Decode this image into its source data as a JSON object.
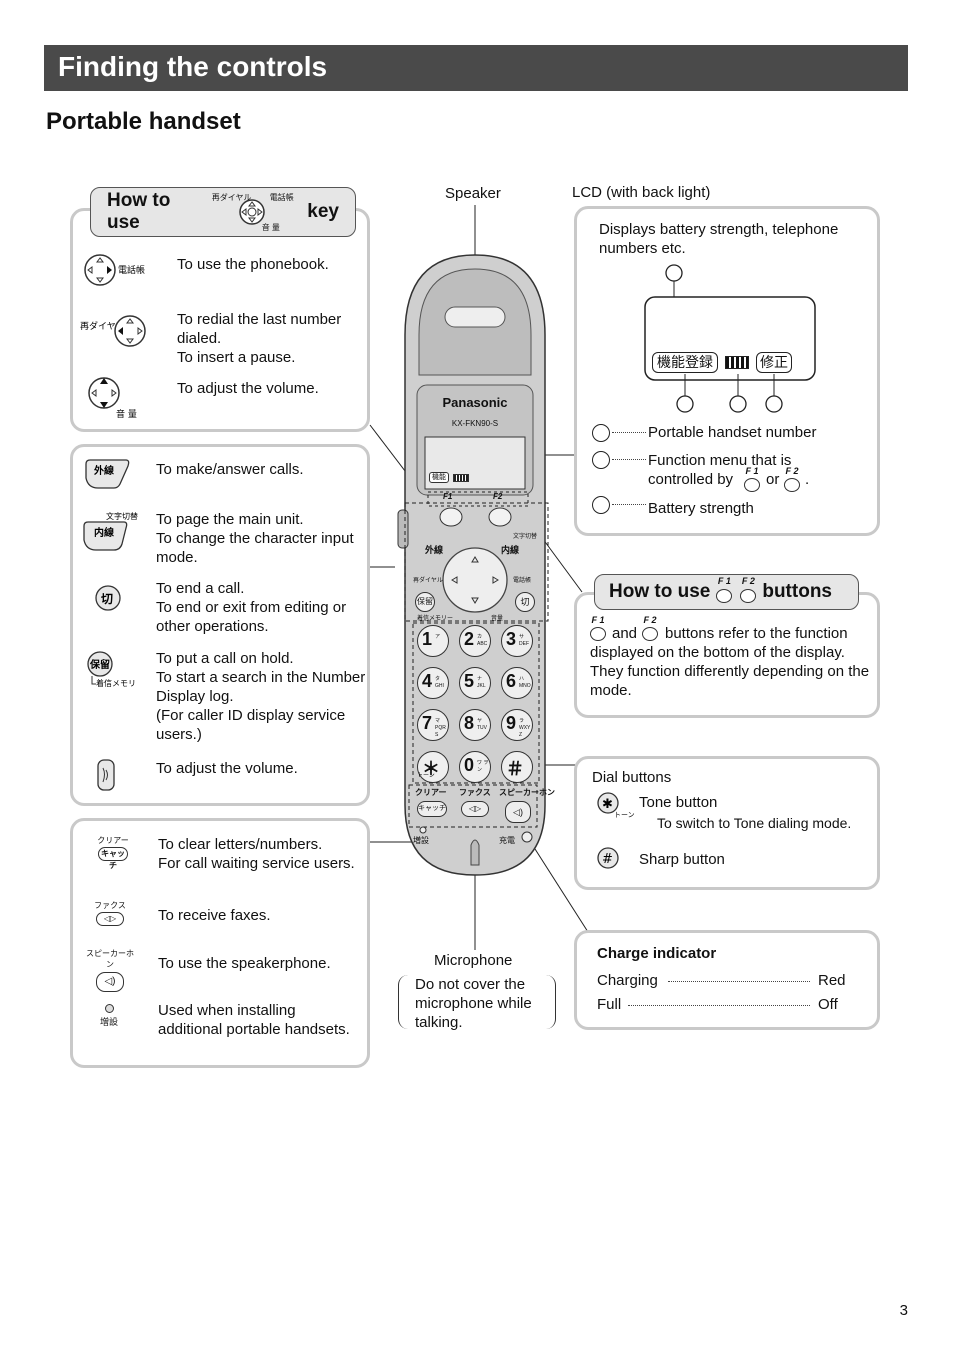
{
  "header": {
    "title": "Finding the controls",
    "subtitle": "Portable handset"
  },
  "callouts": {
    "speaker": "Speaker",
    "lcd": "LCD (with back light)",
    "microphone": "Microphone"
  },
  "key_panel": {
    "title_pre": "How to use",
    "title_post": "key",
    "key_labels": {
      "redial": "再ダイヤル",
      "phonebook": "電話帳",
      "volume": "音 量"
    },
    "items": [
      {
        "text": "To use the phonebook."
      },
      {
        "text": "To redial the last number dialed.\nTo insert a pause."
      },
      {
        "text": "To adjust the volume."
      }
    ]
  },
  "calls_panel": {
    "items": [
      {
        "key": "外線",
        "text": "To make/answer calls."
      },
      {
        "key": "内線",
        "key_top": "文字切替",
        "text": "To page the main unit.\nTo change the character input mode."
      },
      {
        "key": "切",
        "text": "To end a call.\nTo end or exit from editing or other operations."
      },
      {
        "key": "保留",
        "key_bottom": "着信メモリー",
        "text": "To put a call on hold.\nTo start a search in the Number Display log.\n(For caller ID display service users.)"
      },
      {
        "key": "",
        "text": "To adjust the volume."
      }
    ]
  },
  "misc_panel": {
    "items": [
      {
        "key_top": "クリアー",
        "key": "キャッチ",
        "text": "To clear letters/numbers.\nFor call waiting service users."
      },
      {
        "key_top": "ファクス",
        "key": "",
        "text": "To receive faxes."
      },
      {
        "key_top": "スピーカーホン",
        "key": "",
        "text": "To use the speakerphone."
      },
      {
        "key_top": "",
        "key": "増設",
        "text": "Used when installing additional portable handsets."
      }
    ]
  },
  "mic_note": "Do not cover the microphone while talking.",
  "lcd_panel": {
    "desc": "Displays battery strength, telephone numbers etc.",
    "screen_left": "機能登録",
    "screen_right": "修正",
    "legend": [
      {
        "text": "Portable handset number"
      },
      {
        "text_pre": "Function menu that is controlled by",
        "text_or": "or",
        "text_end": "."
      },
      {
        "text": "Battery strength"
      }
    ]
  },
  "fbuttons_panel": {
    "title_pre": "How to use",
    "title_post": "buttons",
    "f1": "F 1",
    "f2": "F 2",
    "and": "and",
    "text": "buttons refer to the function displayed on the bottom of the display. They function differently depending on the mode."
  },
  "dial_panel": {
    "title": "Dial buttons",
    "tone_label": "Tone button",
    "tone_sub": "トーン",
    "tone_desc": "To switch to Tone dialing mode.",
    "sharp_label": "Sharp button"
  },
  "charge_panel": {
    "title": "Charge indicator",
    "rows": [
      {
        "label": "Charging",
        "value": "Red"
      },
      {
        "label": "Full",
        "value": "Off"
      }
    ]
  },
  "phone": {
    "brand": "Panasonic",
    "model": "KX-FKN90-S",
    "screen_left": "機能",
    "f1": "F1",
    "f2": "F2",
    "btn_outside": "外線",
    "btn_inside": "内線",
    "btn_moji": "文字切替",
    "btn_redial": "再ダイヤル",
    "btn_phonebook": "電話帳",
    "btn_hold": "保留",
    "btn_end": "切",
    "btn_memory": "着信メモリー",
    "btn_volume": "音量",
    "keys": [
      {
        "d": "1",
        "s": "ア"
      },
      {
        "d": "2",
        "s": "カ ABC"
      },
      {
        "d": "3",
        "s": "サ DEF"
      },
      {
        "d": "4",
        "s": "タ GHI"
      },
      {
        "d": "5",
        "s": "ナ JKL"
      },
      {
        "d": "6",
        "s": "ハ MNO"
      },
      {
        "d": "7",
        "s": "マ PQRS"
      },
      {
        "d": "8",
        "s": "ヤ TUV"
      },
      {
        "d": "9",
        "s": "ラ WXYZ"
      },
      {
        "d": "＊",
        "s": ""
      },
      {
        "d": "0",
        "s": "ワ ヲン"
      },
      {
        "d": "＃",
        "s": ""
      }
    ],
    "tone": "トーン",
    "label_clear": "クリアー",
    "label_fax": "ファクス",
    "label_speaker": "スピーカーホン",
    "btn_catch": "キャッチ",
    "label_zousetsu": "増設",
    "label_charge": "充電"
  },
  "page_number": "3"
}
